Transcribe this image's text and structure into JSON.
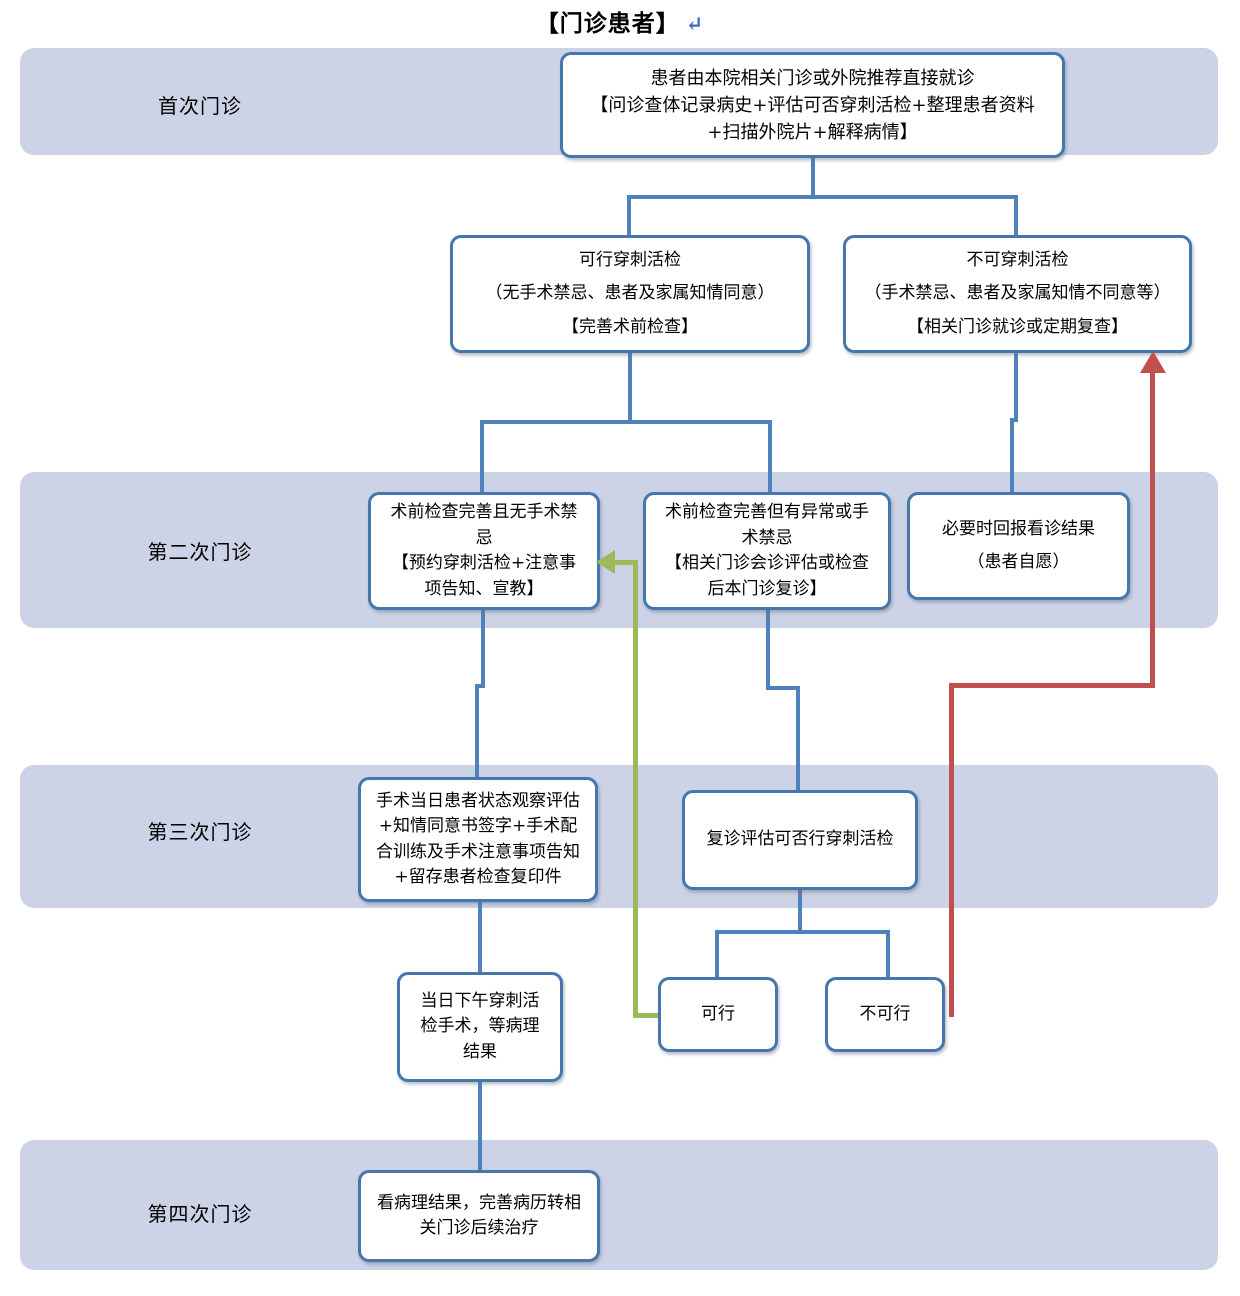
{
  "title": {
    "text": "【门诊患者】",
    "return_mark": "↵"
  },
  "lanes": [
    {
      "label": "首次门诊"
    },
    {
      "label": "第二次门诊"
    },
    {
      "label": "第三次门诊"
    },
    {
      "label": "第四次门诊"
    }
  ],
  "nodes": {
    "first_visit": "患者由本院相关门诊或外院推荐直接就诊\n【问诊查体记录病史+评估可否穿刺活检+整理患者资料+扫描外院片+解释病情】",
    "biopsy_ok": "可行穿刺活检\n（无手术禁忌、患者及家属知情同意）\n【完善术前检查】",
    "biopsy_not_ok": "不可穿刺活检\n（手术禁忌、患者及家属知情不同意等）\n【相关门诊就诊或定期复查】",
    "preop_clear": "术前检查完善且无手术禁忌\n【预约穿刺活检+注意事项告知、宣教】",
    "preop_abnormal": "术前检查完善但有异常或手术禁忌\n【相关门诊会诊评估或检查后本门诊复诊】",
    "report_back": "必要时回报看诊结果\n（患者自愿）",
    "surgery_day": "手术当日患者状态观察评估+知情同意书签字+手术配合训练及手术注意事项告知+留存患者检查复印件",
    "reassess": "复诊评估可否行穿刺活检",
    "afternoon_biopsy": "当日下午穿刺活检手术，等病理结果",
    "feasible": "可行",
    "not_feasible": "不可行",
    "pathology_result": "看病理结果，完善病历转相关门诊后续治疗"
  },
  "colors": {
    "lane_fill": "#ccd3e6",
    "box_border": "#4576ac",
    "connector_blue": "#4f81bd",
    "arrow_green": "#9bbb59",
    "arrow_red": "#c0504d",
    "return_mark_blue": "#3b6cc7"
  }
}
